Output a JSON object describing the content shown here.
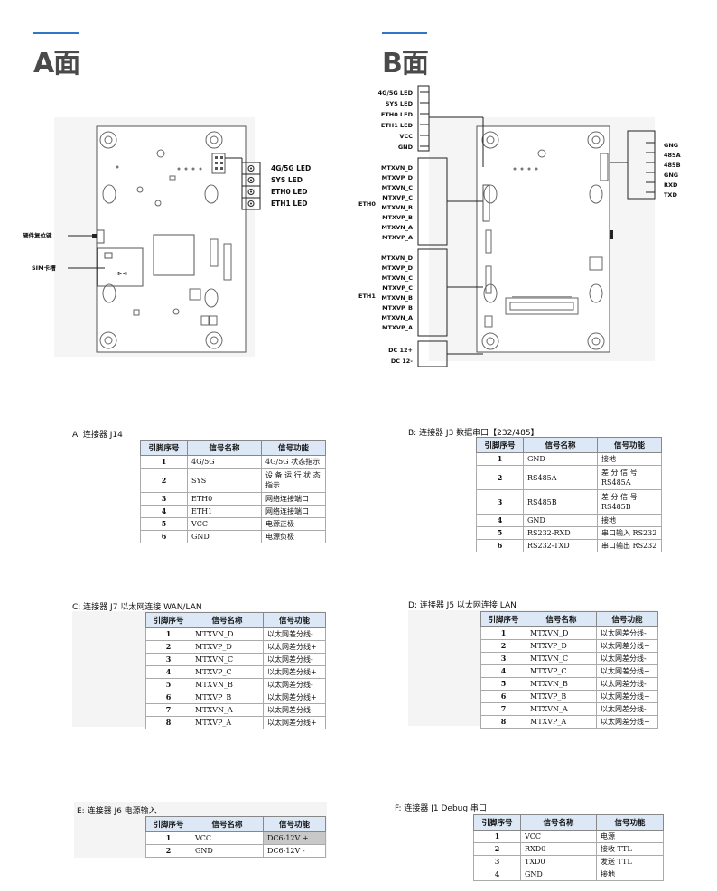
{
  "faces": {
    "a": "A面",
    "b": "B面"
  },
  "labels_a": {
    "led_4g5g": "4G/5G LED",
    "led_sys": "SYS LED",
    "led_eth0": "ETH0 LED",
    "led_eth1": "ETH1 LED",
    "reset_key": "硬件复位键",
    "sim_slot": "SIM卡槽"
  },
  "labels_b": {
    "top_pins": [
      "4G/5G LED",
      "SYS LED",
      "ETH0 LED",
      "ETH1 LED",
      "VCC",
      "GND"
    ],
    "right_pins": [
      "GNG",
      "485A",
      "485B",
      "GNG",
      "RXD",
      "TXD"
    ],
    "eth0_pins": [
      "MTXVN_D",
      "MTXVP_D",
      "MTXVN_C",
      "MTXVP_C",
      "MTXVN_B",
      "MTXVP_B",
      "MTXVN_A",
      "MTXVP_A"
    ],
    "eth0_group": "ETH0",
    "eth1_pins": [
      "MTXVN_D",
      "MTXVP_D",
      "MTXVN_C",
      "MTXVP_C",
      "MTXVN_B",
      "MTXVP_B",
      "MTXVN_A",
      "MTXVP_A"
    ],
    "eth1_group": "ETH1",
    "dc_pins": [
      "DC 12+",
      "DC 12-"
    ]
  },
  "header": [
    "引脚序号",
    "信号名称",
    "信号功能"
  ],
  "tableA": {
    "caption": "A:  连接器 J14",
    "rows": [
      [
        "1",
        "4G/5G",
        "4G/5G 状态指示"
      ],
      [
        "2",
        "SYS",
        "设 备 运 行 状 态 指示"
      ],
      [
        "3",
        "ETH0",
        "网络连接端口"
      ],
      [
        "4",
        "ETH1",
        "网络连接端口"
      ],
      [
        "5",
        "VCC",
        "电源正极"
      ],
      [
        "6",
        "GND",
        "电源负极"
      ]
    ]
  },
  "tableB": {
    "caption": "B:  连接器 J3    数据串口【232/485】",
    "rows": [
      [
        "1",
        "GND",
        "接地"
      ],
      [
        "2",
        "RS485A",
        "差 分 信 号 RS485A"
      ],
      [
        "3",
        "RS485B",
        "差 分 信 号 RS485B"
      ],
      [
        "4",
        "GND",
        "接地"
      ],
      [
        "5",
        "RS232-RXD",
        "串口输入 RS232"
      ],
      [
        "6",
        "RS232-TXD",
        "串口输出 RS232"
      ]
    ]
  },
  "tableC": {
    "caption": "C:  连接器 J7   以太网连接 WAN/LAN",
    "rows": [
      [
        "1",
        "MTXVN_D",
        "以太网差分线-"
      ],
      [
        "2",
        "MTXVP_D",
        "以太网差分线+"
      ],
      [
        "3",
        "MTXVN_C",
        "以太网差分线-"
      ],
      [
        "4",
        "MTXVP_C",
        "以太网差分线+"
      ],
      [
        "5",
        "MTXVN_B",
        "以太网差分线-"
      ],
      [
        "6",
        "MTXVP_B",
        "以太网差分线+"
      ],
      [
        "7",
        "MTXVN_A",
        "以太网差分线-"
      ],
      [
        "8",
        "MTXVP_A",
        "以太网差分线+"
      ]
    ]
  },
  "tableD": {
    "caption": "D:  连接器 J5    以太网连接 LAN",
    "rows": [
      [
        "1",
        "MTXVN_D",
        "以太网差分线-"
      ],
      [
        "2",
        "MTXVP_D",
        "以太网差分线+"
      ],
      [
        "3",
        "MTXVN_C",
        "以太网差分线-"
      ],
      [
        "4",
        "MTXVP_C",
        "以太网差分线+"
      ],
      [
        "5",
        "MTXVN_B",
        "以太网差分线-"
      ],
      [
        "6",
        "MTXVP_B",
        "以太网差分线+"
      ],
      [
        "7",
        "MTXVN_A",
        "以太网差分线-"
      ],
      [
        "8",
        "MTXVP_A",
        "以太网差分线+"
      ]
    ]
  },
  "tableE": {
    "caption": "E:  连接器 J6    电源输入",
    "rows": [
      [
        "1",
        "VCC",
        "DC6-12V +"
      ],
      [
        "2",
        "GND",
        "DC6-12V -"
      ]
    ]
  },
  "tableF": {
    "caption": "F:  连接器 J1 Debug 串口",
    "rows": [
      [
        "1",
        "VCC",
        "电源"
      ],
      [
        "2",
        "RXD0",
        "接收 TTL"
      ],
      [
        "3",
        "TXD0",
        "发送 TTL"
      ],
      [
        "4",
        "GND",
        "接地"
      ]
    ]
  }
}
